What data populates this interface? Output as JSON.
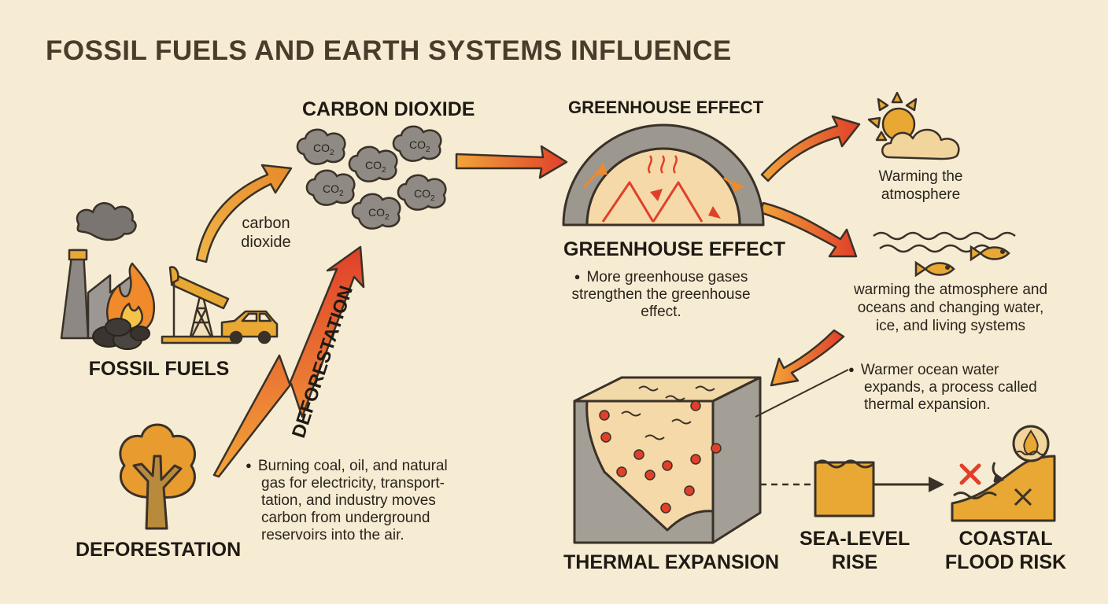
{
  "title": "FOSSIL FUELS AND EARTH SYSTEMS INFLUENCE",
  "colors": {
    "background": "#f6ecd3",
    "arrow_red": "#e0402a",
    "arrow_orange": "#f0a63a",
    "accent": "#e8a833",
    "outline": "#3a3128"
  },
  "icons": [
    "factory-icon",
    "fire-icon",
    "coal-icon",
    "oil-pump-icon",
    "car-icon",
    "tree-icon",
    "co2-cloud-icon",
    "sun-cloud-icon",
    "waves-fish-icon",
    "ocean-block-icon",
    "water-tank-icon",
    "coastal-flood-icon",
    "water-drop-icon",
    "x-mark-icon"
  ],
  "nodes": {
    "fossil_fuels": {
      "label": "FOSSIL FUELS"
    },
    "deforestation": {
      "label": "DEFORESTATION"
    },
    "carbon_dioxide": {
      "label": "CARBON DIOXIDE",
      "molecule": "CO",
      "subscript": "2"
    },
    "greenhouse_top": {
      "label": "GREENHOUSE EFFECT"
    },
    "greenhouse_bottom": {
      "label": "GREENHOUSE EFFECT"
    },
    "warming_atmosphere": {
      "line1": "Warming the",
      "line2": "atmosphere"
    },
    "warming_oceans": {
      "line1": "warming the atmosphere and",
      "line2": "oceans and changing water,",
      "line3": "ice, and living systems"
    },
    "thermal_expansion": {
      "label": "THERMAL EXPANSION"
    },
    "sea_level": {
      "line1": "SEA-LEVEL",
      "line2": "RISE"
    },
    "coastal": {
      "line1": "COASTAL",
      "line2": "FLOOD RISK"
    }
  },
  "arrow_labels": {
    "carbon_line1": "carbon",
    "carbon_line2": "dioxide",
    "deforestation": "DEFORESTATION"
  },
  "notes": {
    "burning": [
      "Burning coal, oil, and natural",
      "gas for electricity, transport-",
      "tation, and industry moves",
      "carbon from underground",
      "reservoirs into the air."
    ],
    "greenhouse": [
      "More greenhouse gases",
      "strengthen the greenhouse",
      "effect."
    ],
    "thermal": [
      "Warmer ocean water",
      "expands, a process called",
      "thermal expansion."
    ]
  }
}
